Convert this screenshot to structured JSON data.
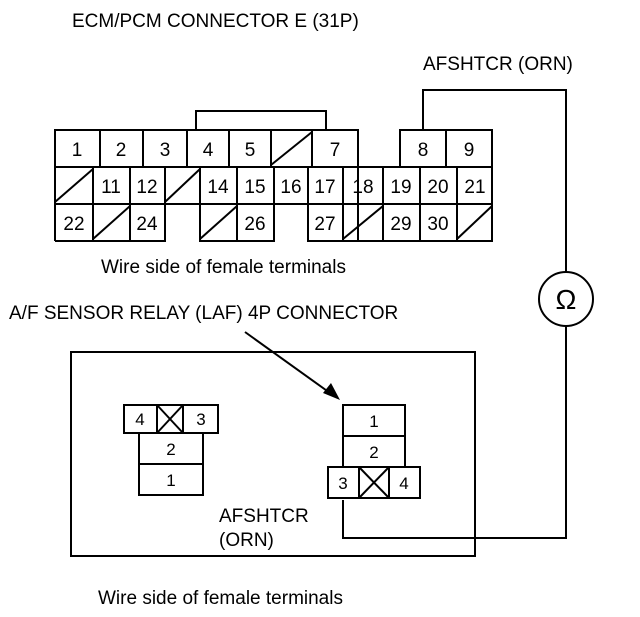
{
  "labels": {
    "ecm_title": "ECM/PCM CONNECTOR E (31P)",
    "wire_side_top": "Wire side of female terminals",
    "afshtcr_top": "AFSHTCR (ORN)",
    "ohm_symbol": "Ω",
    "laf_title": "A/F SENSOR RELAY (LAF) 4P CONNECTOR",
    "afshtcr_bottom_line1": "AFSHTCR",
    "afshtcr_bottom_line2": "(ORN)",
    "wire_side_bottom": "Wire side of female terminals"
  },
  "ecm_connector": {
    "row1": [
      "1",
      "2",
      "3",
      "4",
      "5",
      "",
      "7",
      "8",
      "9"
    ],
    "row2": [
      "",
      "11",
      "12",
      "",
      "14",
      "15",
      "16",
      "17",
      "18",
      "19",
      "20",
      "21"
    ],
    "row3": [
      "22",
      "",
      "24",
      "",
      "26",
      "27",
      "",
      "29",
      "30",
      ""
    ]
  },
  "laf_left": {
    "top_left": "4",
    "top_right": "3",
    "mid": "2",
    "bottom": "1"
  },
  "laf_right": {
    "top": "1",
    "mid": "2",
    "bottom_left": "3",
    "bottom_right": "4"
  }
}
